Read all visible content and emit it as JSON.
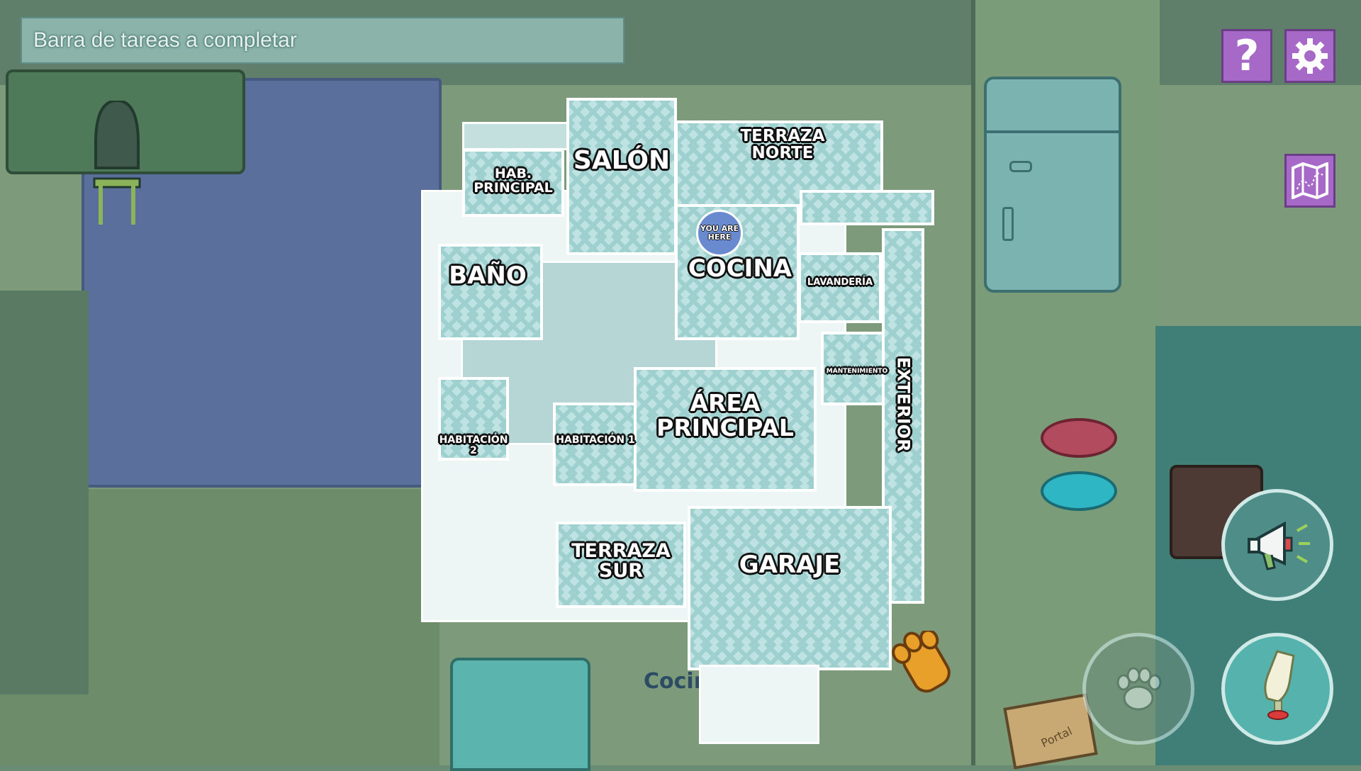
{
  "taskbar": {
    "text": "Barra de tareas a completar"
  },
  "buttons": {
    "help_icon": "question-mark-icon",
    "settings_icon": "gear-icon",
    "map_icon": "map-icon",
    "megaphone_icon": "megaphone-icon",
    "paw_icon": "paw-icon",
    "bottle_icon": "bottle-icon"
  },
  "map": {
    "you_are_here": "YOU ARE HERE",
    "rooms": {
      "salon": "SALÓN",
      "terraza_norte": "TERRAZA NORTE",
      "hab_principal": "HAB. PRINCIPAL",
      "bano": "BAÑO",
      "cocina": "COCINA",
      "lavanderia": "LAVANDERÍA",
      "mantenimiento": "MANTENIMIENTO",
      "exterior": "EXTERIOR",
      "area_principal": "ÁREA PRINCIPAL",
      "habitacion_2": "HABITACIÓN 2",
      "habitacion_1": "HABITACIÓN 1",
      "terraza_sur": "TERRAZA SUR",
      "garaje": "GARAJE"
    }
  },
  "scene": {
    "location_label": "Cocin",
    "portal_box": "Portal"
  },
  "colors": {
    "button_purple": "#a669c8",
    "map_room": "#bfe3e2",
    "carpet": "#5a6f9c"
  }
}
